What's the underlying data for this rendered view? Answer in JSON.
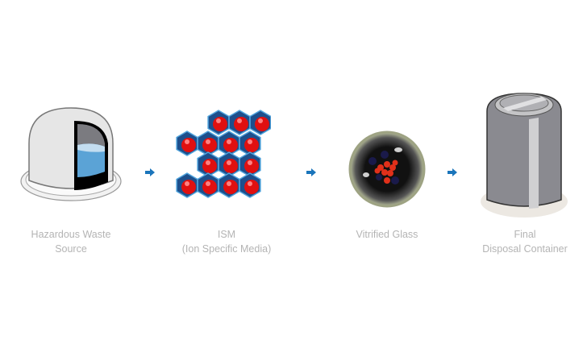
{
  "steps": [
    {
      "line1": "Hazardous Waste",
      "line2": "Source",
      "icon": "dome-tank-icon"
    },
    {
      "line1": "ISM",
      "line2": "(Ion Specific Media)",
      "icon": "honeycomb-media-icon"
    },
    {
      "line1": "Vitrified Glass",
      "line2": "",
      "icon": "glass-sphere-icon"
    },
    {
      "line1": "Final",
      "line2": "Disposal Container",
      "icon": "disposal-canister-icon"
    }
  ],
  "colors": {
    "arrow": "#1b75bb",
    "label": "#b4b4b4",
    "hex": "#1d4f8c",
    "ball": "#e01010"
  }
}
